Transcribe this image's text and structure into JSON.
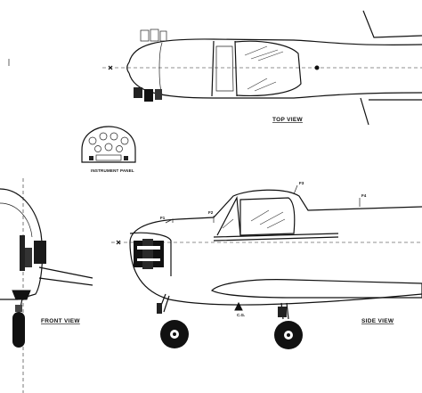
{
  "labels": {
    "top_view": "TOP VIEW",
    "front_view": "FRONT VIEW",
    "side_view": "SIDE VIEW",
    "instrument_panel": "INSTRUMENT PANEL",
    "f1": "F1",
    "f2": "F2",
    "f3": "F3",
    "f4": "F4",
    "cg": "C.G."
  }
}
